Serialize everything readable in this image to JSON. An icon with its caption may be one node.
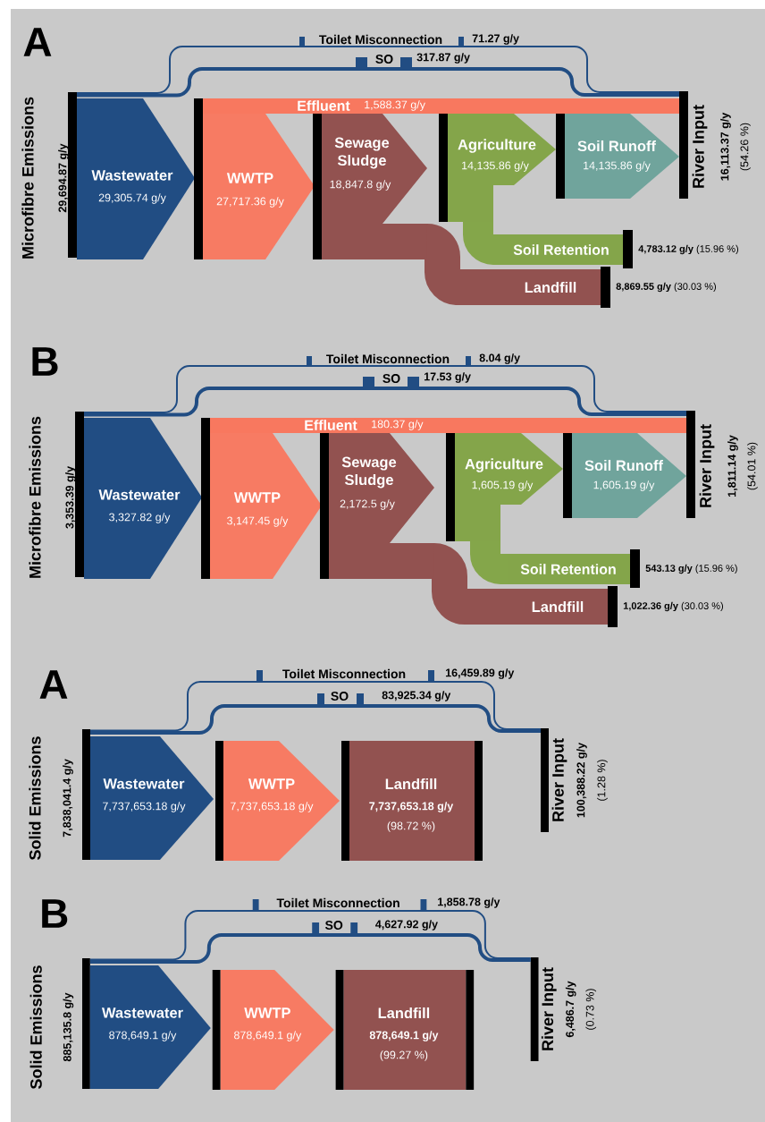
{
  "diagram": {
    "nodes": [
      {
        "text": [
          "Microfibre Emissions",
          "29,694.87 g/y"
        ]
      },
      {
        "text": [
          "Wastewater",
          "29,305.74 g/y"
        ]
      },
      {
        "text": [
          "WWTP",
          "27,717.36 g/y"
        ]
      },
      {
        "text": [
          "Sewage Sludge",
          "18,847.8 g/y"
        ]
      },
      {
        "text": [
          "Agriculture",
          "14,135.86 g/y"
        ]
      },
      {
        "text": [
          "Soil Runoff",
          "14,135.86 g/y"
        ]
      },
      {
        "text": [
          "River Input",
          "16,113.37 g/y",
          "(54.26 %)"
        ]
      },
      {
        "text": [
          "Soil Retention"
        ],
        "beside": [
          "**4,783.12 g/y** (15.96 %)"
        ]
      },
      {
        "text": [
          "Landfill"
        ],
        "beside": [
          "**8,869.55 g/y** (30.03 %)"
        ]
      },
      {
        "text": [
          "Microfibre Emissions",
          "3,353.39 g/y"
        ]
      },
      {
        "text": [
          "Wastewater",
          "3,327.82 g/y"
        ]
      },
      {
        "text": [
          "WWTP",
          "3,147.45 g/y"
        ]
      },
      {
        "text": [
          "Sewage Sludge",
          "2,172.5 g/y"
        ]
      },
      {
        "text": [
          "Agriculture",
          "1,605.19 g/y"
        ]
      },
      {
        "text": [
          "Soil Runoff",
          "1,605.19 g/y"
        ]
      },
      {
        "text": [
          "River Input",
          "1,811.14 g/y",
          "(54.01 %)"
        ]
      },
      {
        "text": [
          "Soil Retention"
        ],
        "beside": [
          "**543.13 g/y** (15.96 %)"
        ]
      },
      {
        "text": [
          "Landfill"
        ],
        "beside": [
          "**1,022.36 g/y** (30.03 %)"
        ]
      },
      {
        "text": [
          "Solid Emissions",
          "7,838,041.4 g/y"
        ]
      },
      {
        "text": [
          "Wastewater",
          "7,737,653.18 g/y"
        ]
      },
      {
        "text": [
          "WWTP",
          "7,737,653.18 g/y"
        ]
      },
      {
        "text": [
          "Landfill",
          "7,737,653.18 g/y",
          "(98.72 %)"
        ]
      },
      {
        "text": [
          "River Input",
          "100,388.22 g/y",
          "(1.28 %)"
        ]
      },
      {
        "text": [
          "Solid Emissions",
          "885,135.8 g/y"
        ]
      },
      {
        "text": [
          "Wastewater",
          "878,649.1 g/y"
        ]
      },
      {
        "text": [
          "WWTP",
          "878,649.1 g/y"
        ]
      },
      {
        "text": [
          "Landfill",
          "878,649.1 g/y",
          "(99.27 %)"
        ]
      },
      {
        "text": [
          "River Input",
          "6,486.7 g/y",
          "(0.73 %)"
        ]
      }
    ],
    "edges": [
      {
        "from": 0,
        "to": 6,
        "arrow": "none",
        "label": "Toilet Misconnection"
      },
      {
        "from": 0,
        "to": 6,
        "arrow": "none",
        "label": "SO"
      },
      {
        "from": 2,
        "to": 6,
        "arrow": "none",
        "label": "Effluent",
        "style": "thick",
        "color": "#f8785f"
      },
      {
        "from": 4,
        "to": 7,
        "arrow": "none",
        "style": "thick",
        "color": "#84a64a"
      },
      {
        "from": 3,
        "to": 8,
        "arrow": "none",
        "style": "thick",
        "color": "#925250"
      },
      {
        "from": 9,
        "to": 15,
        "arrow": "none",
        "label": "Toilet Misconnection"
      },
      {
        "from": 9,
        "to": 15,
        "arrow": "none",
        "label": "SO"
      },
      {
        "from": 11,
        "to": 15,
        "arrow": "none",
        "label": "Effluent",
        "style": "thick",
        "color": "#f8785f"
      },
      {
        "from": 13,
        "to": 16,
        "arrow": "none",
        "style": "thick",
        "color": "#84a64a"
      },
      {
        "from": 12,
        "to": 17,
        "arrow": "none",
        "style": "thick",
        "color": "#925250"
      },
      {
        "from": 18,
        "to": 22,
        "arrow": "none",
        "label": "Toilet Misconnection"
      },
      {
        "from": 18,
        "to": 22,
        "arrow": "none",
        "label": "SO"
      },
      {
        "from": 23,
        "to": 27,
        "arrow": "none",
        "label": "Toilet Misconnection"
      },
      {
        "from": 23,
        "to": 27,
        "arrow": "none",
        "label": "SO"
      }
    ],
    "labels": [
      "A",
      "71.27 g/y",
      "317.87 g/y",
      "1,588.37 g/y",
      "B",
      "8.04 g/y",
      "17.53 g/y",
      "180.37 g/y",
      "A",
      "16,459.89 g/y",
      "83,925.34 g/y",
      "B",
      "1,858.78 g/y",
      "4,627.92 g/y"
    ]
  }
}
